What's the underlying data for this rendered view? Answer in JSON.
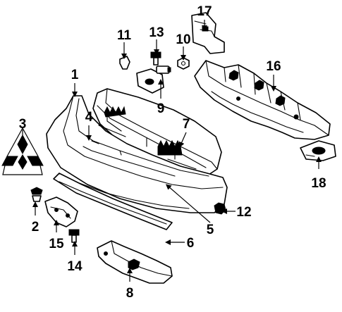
{
  "callouts": [
    "1",
    "2",
    "3",
    "4",
    "5",
    "6",
    "7",
    "8",
    "9",
    "10",
    "11",
    "12",
    "13",
    "14",
    "15",
    "16",
    "17",
    "18"
  ],
  "colors": {
    "ink": "#000000",
    "paper": "#ffffff"
  },
  "icons": {
    "emblem": "three-diamond-emblem-icon"
  }
}
